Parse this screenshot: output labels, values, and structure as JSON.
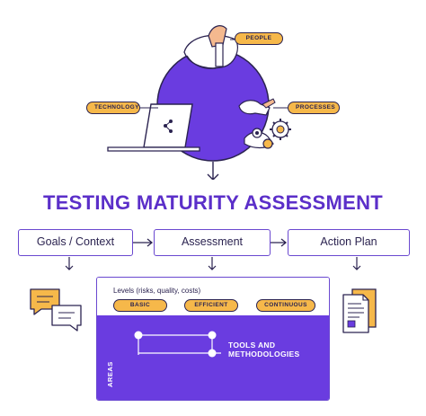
{
  "hero": {
    "tags": {
      "people": "PEOPLE",
      "technology": "TECHNOLOGY",
      "processes": "PROCESSES"
    }
  },
  "title": "TESTING MATURITY ASSESSMENT",
  "steps": {
    "goals": "Goals / Context",
    "assessment": "Assessment",
    "action_plan": "Action Plan"
  },
  "panel": {
    "levels_label": "Levels (risks, quality, costs)",
    "levels": [
      "BASIC",
      "EFFICIENT",
      "CONTINUOUS"
    ],
    "areas_label": "AREAS",
    "tools_label": "TOOLS AND\nMETHODOLOGIES"
  },
  "colors": {
    "purple": "#6a3ce0",
    "title_purple": "#5b2fc9",
    "outline": "#2b2350",
    "orange": "#f6b84a",
    "peach": "#f4b98f"
  }
}
